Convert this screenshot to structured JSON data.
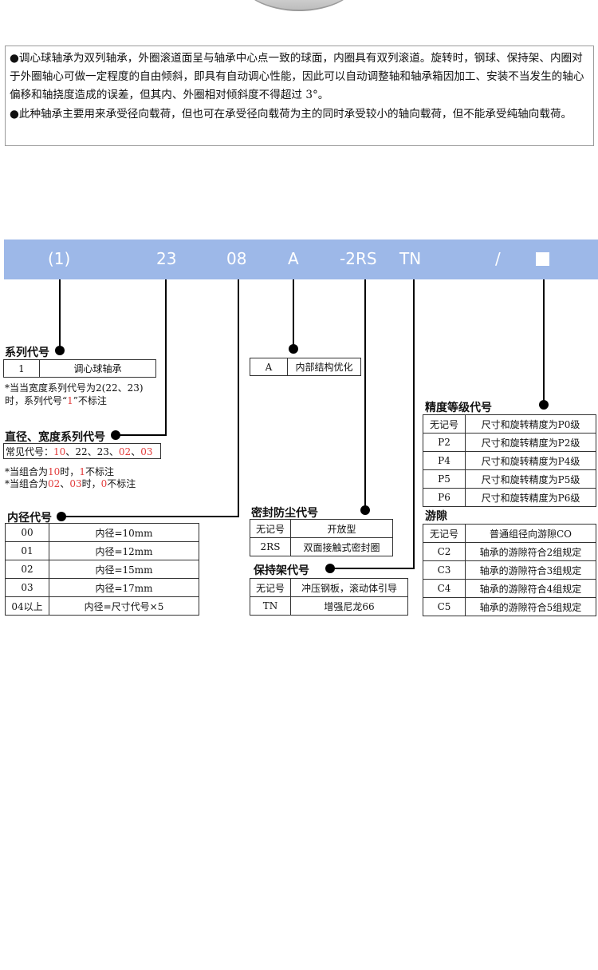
{
  "intro": {
    "paragraph1": "●调心球轴承为双列轴承，外圈滚道面呈与轴承中心点一致的球面，内圈具有双列滚道。旋转时，钢球、保持架、内圈对于外圈轴心可做一定程度的自由倾斜，即具有自动调心性能，因此可以自动调整轴和轴承箱因加工、安装不当发生的轴心偏移和轴挠度造成的误差，但其内、外圈相对倾斜度不得超过 3°。",
    "paragraph2": "●此种轴承主要用来承受径向载荷，但也可在承受径向载荷为主的同时承受较小的轴向载荷，但不能承受纯轴向载荷。"
  },
  "code_bar": {
    "color": "#9db8e8",
    "segments": [
      "(1)",
      "23",
      "08",
      "A",
      "-2RS",
      "TN",
      "/"
    ]
  },
  "series": {
    "title": "系列代号",
    "rows": [
      [
        "1",
        "调心球轴承"
      ]
    ],
    "note_line1": "*当当宽度系列代号为2(22、23)",
    "note_line2_a": "时，系列代号“",
    "note_line2_b": "1",
    "note_line2_c": "”不标注"
  },
  "diameter_width": {
    "title": "直径、宽度系列代号",
    "common_prefix": "常见代号：",
    "codes": [
      "10",
      "22",
      "23",
      "02",
      "03"
    ],
    "separator": "、",
    "note1_a": "*当组合为",
    "note1_b": "10",
    "note1_c": "时，",
    "note1_d": "1",
    "note1_e": "不标注",
    "note2_a": "*当组合为",
    "note2_b": "02",
    "note2_c": "、",
    "note2_d": "03",
    "note2_e": "时，",
    "note2_f": "0",
    "note2_g": "不标注"
  },
  "bore": {
    "title": "内径代号",
    "rows": [
      [
        "00",
        "内径=10mm"
      ],
      [
        "01",
        "内径=12mm"
      ],
      [
        "02",
        "内径=15mm"
      ],
      [
        "03",
        "内径=17mm"
      ],
      [
        "04以上",
        "内径=尺寸代号×5"
      ]
    ]
  },
  "internal": {
    "rows": [
      [
        "A",
        "内部结构优化"
      ]
    ]
  },
  "seal": {
    "title": "密封防尘代号",
    "rows": [
      [
        "无记号",
        "开放型"
      ],
      [
        "2RS",
        "双面接触式密封圈"
      ]
    ]
  },
  "cage": {
    "title": "保持架代号",
    "rows": [
      [
        "无记号",
        "冲压钢板，滚动体引导"
      ],
      [
        "TN",
        "增强尼龙66"
      ]
    ]
  },
  "precision": {
    "title": "精度等级代号",
    "rows": [
      [
        "无记号",
        "尺寸和旋转精度为P0级"
      ],
      [
        "P2",
        "尺寸和旋转精度为P2级"
      ],
      [
        "P4",
        "尺寸和旋转精度为P4级"
      ],
      [
        "P5",
        "尺寸和旋转精度为P5级"
      ],
      [
        "P6",
        "尺寸和旋转精度为P6级"
      ]
    ]
  },
  "clearance": {
    "title": "游隙",
    "rows": [
      [
        "无记号",
        "普通组径向游隙CO"
      ],
      [
        "C2",
        "轴承的游隙符合2组规定"
      ],
      [
        "C3",
        "轴承的游隙符合3组规定"
      ],
      [
        "C4",
        "轴承的游隙符合4组规定"
      ],
      [
        "C5",
        "轴承的游隙符合5组规定"
      ]
    ]
  }
}
